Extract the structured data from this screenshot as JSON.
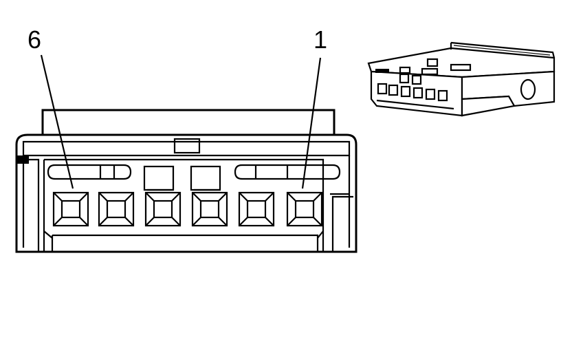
{
  "diagram": {
    "pin_labels": [
      {
        "id": "pin-6",
        "text": "6"
      },
      {
        "id": "pin-1",
        "text": "1"
      }
    ],
    "terminal_count": 6,
    "colors": {
      "line": "#000000",
      "background": "#ffffff"
    },
    "views": [
      "connector-face-view",
      "connector-isometric-view"
    ]
  }
}
